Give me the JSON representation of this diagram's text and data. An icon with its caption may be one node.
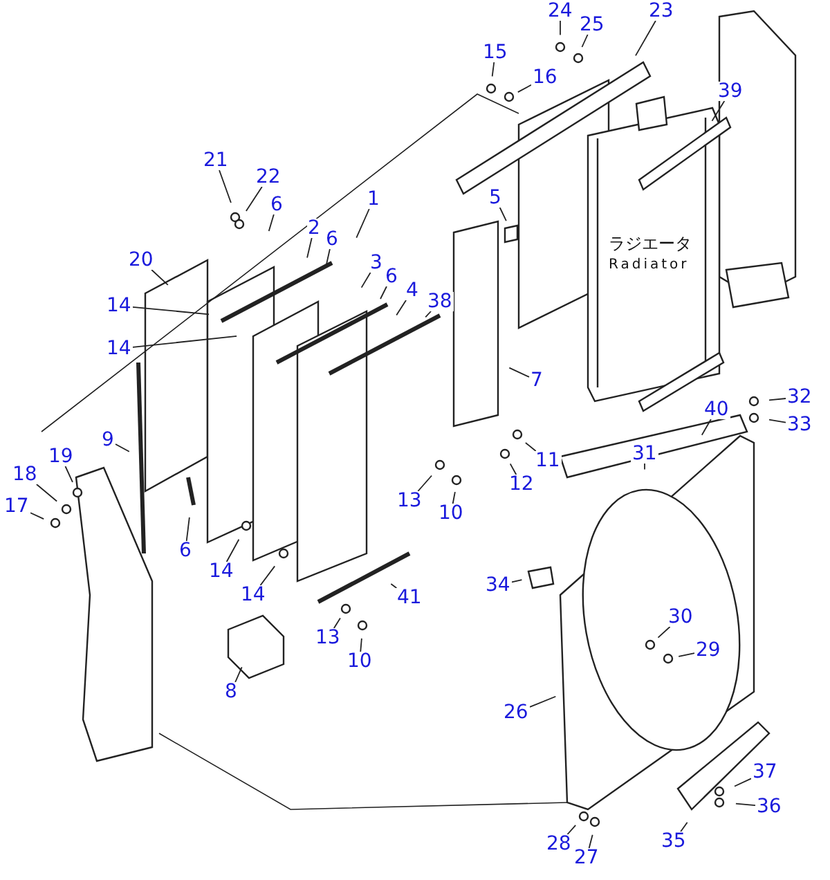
{
  "diagram": {
    "nodes": [
      {
        "text": [
          "24"
        ]
      },
      {
        "text": [
          "25"
        ]
      },
      {
        "text": [
          "23"
        ]
      },
      {
        "text": [
          "15"
        ]
      },
      {
        "text": [
          "16"
        ]
      },
      {
        "text": [
          "39"
        ]
      },
      {
        "text": [
          "21"
        ]
      },
      {
        "text": [
          "22"
        ]
      },
      {
        "text": [
          "6"
        ]
      },
      {
        "text": [
          "1"
        ]
      },
      {
        "text": [
          "2"
        ]
      },
      {
        "text": [
          "6"
        ]
      },
      {
        "text": [
          "20"
        ]
      },
      {
        "text": [
          "3"
        ]
      },
      {
        "text": [
          "6"
        ]
      },
      {
        "text": [
          "14"
        ]
      },
      {
        "text": [
          "4"
        ]
      },
      {
        "text": [
          "38"
        ]
      },
      {
        "text": [
          "14"
        ]
      },
      {
        "text": [
          "5"
        ]
      },
      {
        "text": [
          "7"
        ]
      },
      {
        "text": [
          "9"
        ]
      },
      {
        "text": [
          "11"
        ]
      },
      {
        "text": [
          "12"
        ]
      },
      {
        "text": [
          "13"
        ]
      },
      {
        "text": [
          "10"
        ]
      },
      {
        "text": [
          "17"
        ]
      },
      {
        "text": [
          "18"
        ]
      },
      {
        "text": [
          "19"
        ]
      },
      {
        "text": [
          "6"
        ]
      },
      {
        "text": [
          "14"
        ]
      },
      {
        "text": [
          "14"
        ]
      },
      {
        "text": [
          "41"
        ]
      },
      {
        "text": [
          "13"
        ]
      },
      {
        "text": [
          "10"
        ]
      },
      {
        "text": [
          "8"
        ]
      },
      {
        "text": [
          "31"
        ]
      },
      {
        "text": [
          "40"
        ]
      },
      {
        "text": [
          "32"
        ]
      },
      {
        "text": [
          "33"
        ]
      },
      {
        "text": [
          "34"
        ]
      },
      {
        "text": [
          "30"
        ]
      },
      {
        "text": [
          "29"
        ]
      },
      {
        "text": [
          "26"
        ]
      },
      {
        "text": [
          "37"
        ]
      },
      {
        "text": [
          "36"
        ]
      },
      {
        "text": [
          "35"
        ]
      },
      {
        "text": [
          "28"
        ]
      },
      {
        "text": [
          "27"
        ]
      }
    ],
    "edges": [
      {
        "from": 0,
        "to": null,
        "arrow": "none"
      },
      {
        "from": 1,
        "to": null,
        "arrow": "none"
      },
      {
        "from": 2,
        "to": null,
        "arrow": "none"
      },
      {
        "from": 3,
        "to": null,
        "arrow": "none"
      },
      {
        "from": 4,
        "to": null,
        "arrow": "none"
      },
      {
        "from": 5,
        "to": null,
        "arrow": "none"
      },
      {
        "from": 6,
        "to": null,
        "arrow": "none"
      },
      {
        "from": 7,
        "to": null,
        "arrow": "none"
      },
      {
        "from": 8,
        "to": null,
        "arrow": "none"
      },
      {
        "from": 9,
        "to": null,
        "arrow": "none"
      },
      {
        "from": 10,
        "to": null,
        "arrow": "none"
      },
      {
        "from": 11,
        "to": null,
        "arrow": "none"
      },
      {
        "from": 12,
        "to": null,
        "arrow": "none"
      },
      {
        "from": 13,
        "to": null,
        "arrow": "none"
      },
      {
        "from": 14,
        "to": null,
        "arrow": "none"
      },
      {
        "from": 15,
        "to": null,
        "arrow": "none"
      },
      {
        "from": 16,
        "to": null,
        "arrow": "none"
      },
      {
        "from": 17,
        "to": null,
        "arrow": "none"
      },
      {
        "from": 18,
        "to": null,
        "arrow": "none"
      },
      {
        "from": 19,
        "to": null,
        "arrow": "none"
      },
      {
        "from": 20,
        "to": null,
        "arrow": "none"
      },
      {
        "from": 21,
        "to": null,
        "arrow": "none"
      },
      {
        "from": 22,
        "to": null,
        "arrow": "none"
      },
      {
        "from": 23,
        "to": null,
        "arrow": "none"
      },
      {
        "from": 24,
        "to": null,
        "arrow": "none"
      },
      {
        "from": 25,
        "to": null,
        "arrow": "none"
      },
      {
        "from": 26,
        "to": null,
        "arrow": "none"
      },
      {
        "from": 27,
        "to": null,
        "arrow": "none"
      },
      {
        "from": 28,
        "to": null,
        "arrow": "none"
      },
      {
        "from": 29,
        "to": null,
        "arrow": "none"
      },
      {
        "from": 30,
        "to": null,
        "arrow": "none"
      },
      {
        "from": 31,
        "to": null,
        "arrow": "none"
      },
      {
        "from": 32,
        "to": null,
        "arrow": "none"
      },
      {
        "from": 33,
        "to": null,
        "arrow": "none"
      },
      {
        "from": 34,
        "to": null,
        "arrow": "none"
      },
      {
        "from": 35,
        "to": null,
        "arrow": "none"
      },
      {
        "from": 36,
        "to": null,
        "arrow": "none"
      },
      {
        "from": 37,
        "to": null,
        "arrow": "none"
      },
      {
        "from": 38,
        "to": null,
        "arrow": "none"
      },
      {
        "from": 39,
        "to": null,
        "arrow": "none"
      },
      {
        "from": 40,
        "to": null,
        "arrow": "none"
      },
      {
        "from": 41,
        "to": null,
        "arrow": "none"
      },
      {
        "from": 42,
        "to": null,
        "arrow": "none"
      },
      {
        "from": 43,
        "to": null,
        "arrow": "none"
      },
      {
        "from": 44,
        "to": null,
        "arrow": "none"
      },
      {
        "from": 45,
        "to": null,
        "arrow": "none"
      },
      {
        "from": 46,
        "to": null,
        "arrow": "none"
      },
      {
        "from": 47,
        "to": null,
        "arrow": "none"
      },
      {
        "from": 48,
        "to": null,
        "arrow": "none"
      }
    ],
    "labels": [
      "ラジエータ",
      "Radiator"
    ]
  }
}
